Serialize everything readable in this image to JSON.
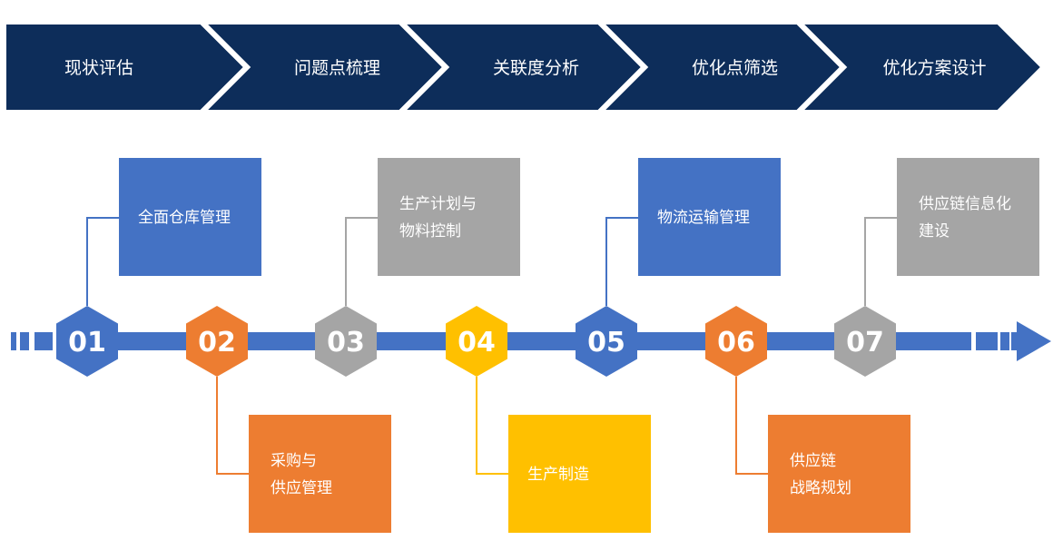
{
  "colors": {
    "header": "#0d2d5a",
    "blue": "#4472c4",
    "orange": "#ed7d31",
    "gray": "#a5a5a5",
    "yellow": "#ffc000",
    "timeline": "#4472c4"
  },
  "header": {
    "steps": [
      {
        "label": "现状评估"
      },
      {
        "label": "问题点梳理"
      },
      {
        "label": "关联度分析"
      },
      {
        "label": "优化点筛选"
      },
      {
        "label": "优化方案设计"
      }
    ]
  },
  "timeline": {
    "steps": [
      {
        "number": "01",
        "color": "blue",
        "position": "top",
        "lines": [
          "全面仓库管理"
        ]
      },
      {
        "number": "02",
        "color": "orange",
        "position": "bottom",
        "lines": [
          "采购与",
          "供应管理"
        ]
      },
      {
        "number": "03",
        "color": "gray",
        "position": "top",
        "lines": [
          "生产计划与",
          "物料控制"
        ]
      },
      {
        "number": "04",
        "color": "yellow",
        "position": "bottom",
        "lines": [
          "生产制造"
        ]
      },
      {
        "number": "05",
        "color": "blue",
        "position": "top",
        "lines": [
          "物流运输管理"
        ]
      },
      {
        "number": "06",
        "color": "orange",
        "position": "bottom",
        "lines": [
          "供应链",
          "战略规划"
        ]
      },
      {
        "number": "07",
        "color": "gray",
        "position": "top",
        "lines": [
          "供应链信息化",
          "建设"
        ]
      }
    ]
  }
}
